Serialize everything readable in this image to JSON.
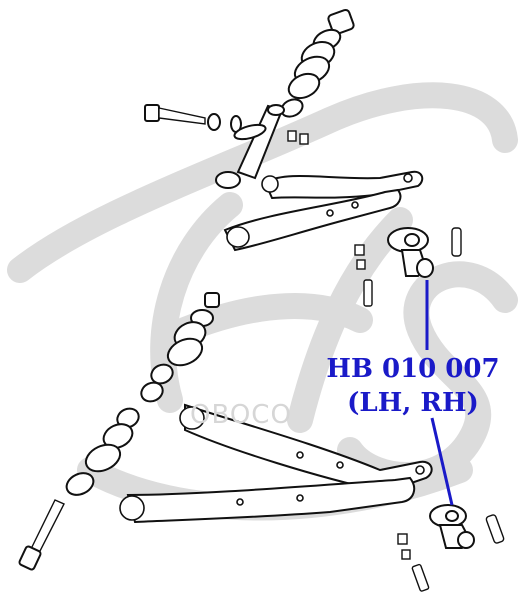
{
  "part": {
    "number": "HB 010 007",
    "sides": "(LH, RH)"
  },
  "watermark": {
    "logo_text": "Hs",
    "brand_text": "OBOCO"
  },
  "colors": {
    "label_text": "#1a1ac8",
    "leader_line": "#1a1ac8",
    "logo_watermark": "#dcdcdc",
    "line_art": "#111111"
  }
}
